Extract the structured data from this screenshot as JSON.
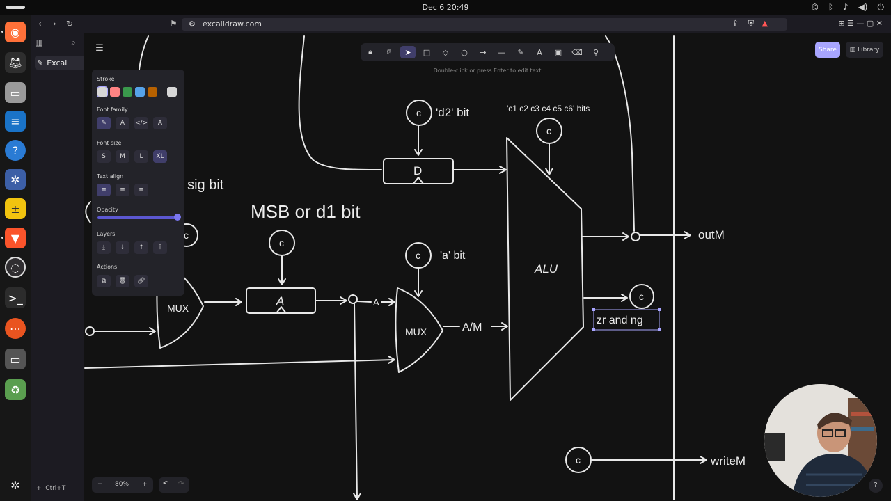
{
  "system": {
    "clock": "Dec 6  20:49"
  },
  "browser": {
    "tab_label": "Excal",
    "url": "excalidraw.com",
    "new_tab_shortcut": "Ctrl+T"
  },
  "toolbar": {
    "hint": "Double-click or press Enter to edit text",
    "tools": [
      {
        "icon": "lock-icon",
        "glyph": "🔒︎"
      },
      {
        "icon": "hand-icon",
        "glyph": "✋︎"
      },
      {
        "icon": "pointer-icon",
        "glyph": "➤"
      },
      {
        "icon": "rectangle-icon",
        "glyph": "□"
      },
      {
        "icon": "diamond-icon",
        "glyph": "◇"
      },
      {
        "icon": "ellipse-icon",
        "glyph": "○"
      },
      {
        "icon": "arrow-icon",
        "glyph": "→"
      },
      {
        "icon": "line-icon",
        "glyph": "—"
      },
      {
        "icon": "pencil-icon",
        "glyph": "✎"
      },
      {
        "icon": "text-icon",
        "glyph": "A"
      },
      {
        "icon": "image-icon",
        "glyph": "▣"
      },
      {
        "icon": "eraser-icon",
        "glyph": "⌫"
      },
      {
        "icon": "extra-tools-icon",
        "glyph": "⚲"
      }
    ]
  },
  "panel": {
    "stroke_label": "Stroke",
    "stroke_colors": [
      "#d6d6d6",
      "#ff8383",
      "#3a994c",
      "#56a2e8",
      "#b76100",
      "#d6d6d6"
    ],
    "font_family_label": "Font family",
    "font_family_options": [
      "✎",
      "A",
      "</>",
      "A"
    ],
    "font_size_label": "Font size",
    "font_sizes": [
      "S",
      "M",
      "L",
      "XL"
    ],
    "text_align_label": "Text align",
    "opacity_label": "Opacity",
    "opacity_percent": 100,
    "layers_label": "Layers",
    "actions_label": "Actions"
  },
  "header": {
    "share_label": "Share",
    "library_label": "Library"
  },
  "footer": {
    "zoom": "80%",
    "minus": "−",
    "plus": "+"
  },
  "diagram": {
    "texts": {
      "sig_bit": "t sig bit",
      "msb": "MSB or d1 bit",
      "d2": "'d2' bit",
      "cbits": "'c1 c2 c3 c4 c5 c6' bits",
      "a_bit": "'a' bit",
      "outM": "outM",
      "writeM": "writeM",
      "zrng": "zr and ng",
      "alu": "ALU",
      "am": "A/M",
      "a_wire": "A",
      "mux1": "MUX",
      "mux2": "MUX",
      "reg_a": "A",
      "reg_d": "D",
      "c": "c"
    }
  }
}
